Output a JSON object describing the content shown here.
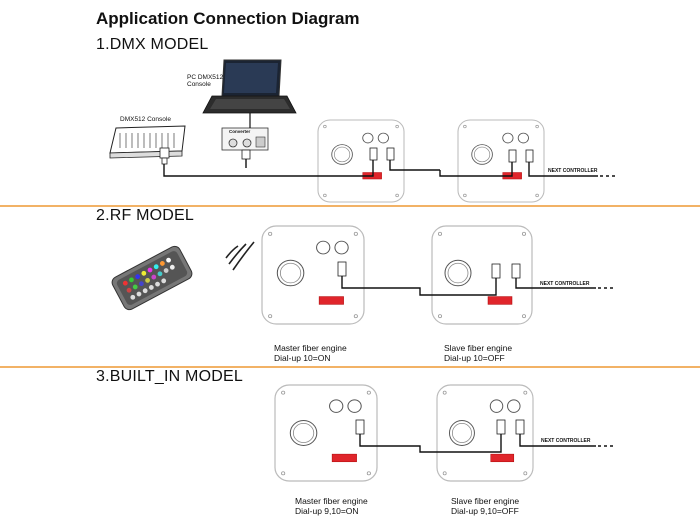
{
  "title": "Application Connection Diagram",
  "sections": [
    {
      "heading": "1.DMX MODEL",
      "pc_label": "PC DMX512\nConsole",
      "dmx_console_label": "DMX512 Console",
      "converter_label": "Converter",
      "next_controller": "NEXT CONTROLLER"
    },
    {
      "heading": "2.RF MODEL",
      "next_controller": "NEXT CONTROLLER",
      "master_caption": "Master fiber engine",
      "master_dial": "Dial-up  10=ON",
      "slave_caption": "Slave fiber engine",
      "slave_dial": "Dial-up  10=OFF"
    },
    {
      "heading": "3.BUILT_IN MODEL",
      "next_controller": "NEXT CONTROLLER",
      "master_caption": "Master fiber engine",
      "master_dial": "Dial-up  9,10=ON",
      "slave_caption": "Slave fiber engine",
      "slave_dial": "Dial-up  9,10=OFF"
    }
  ],
  "colors": {
    "separator": "#f2b266",
    "dip_switch": "#e0252b",
    "panel_outline": "#bbbbbb",
    "wire": "#111111"
  }
}
